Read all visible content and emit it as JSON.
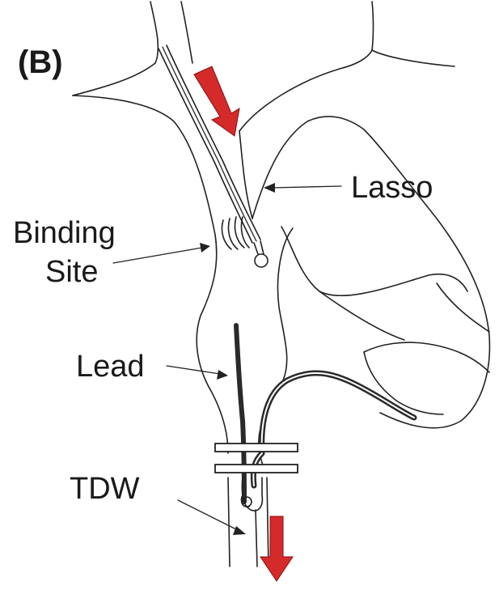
{
  "panel_label": "(B)",
  "labels": {
    "lasso": "Lasso",
    "binding_site_line1": "Binding",
    "binding_site_line2": "Site",
    "lead": "Lead",
    "tdw": "TDW"
  },
  "colors": {
    "arrow": "#d42a2a",
    "line": "#222222",
    "lead": "#2a2a2a"
  }
}
